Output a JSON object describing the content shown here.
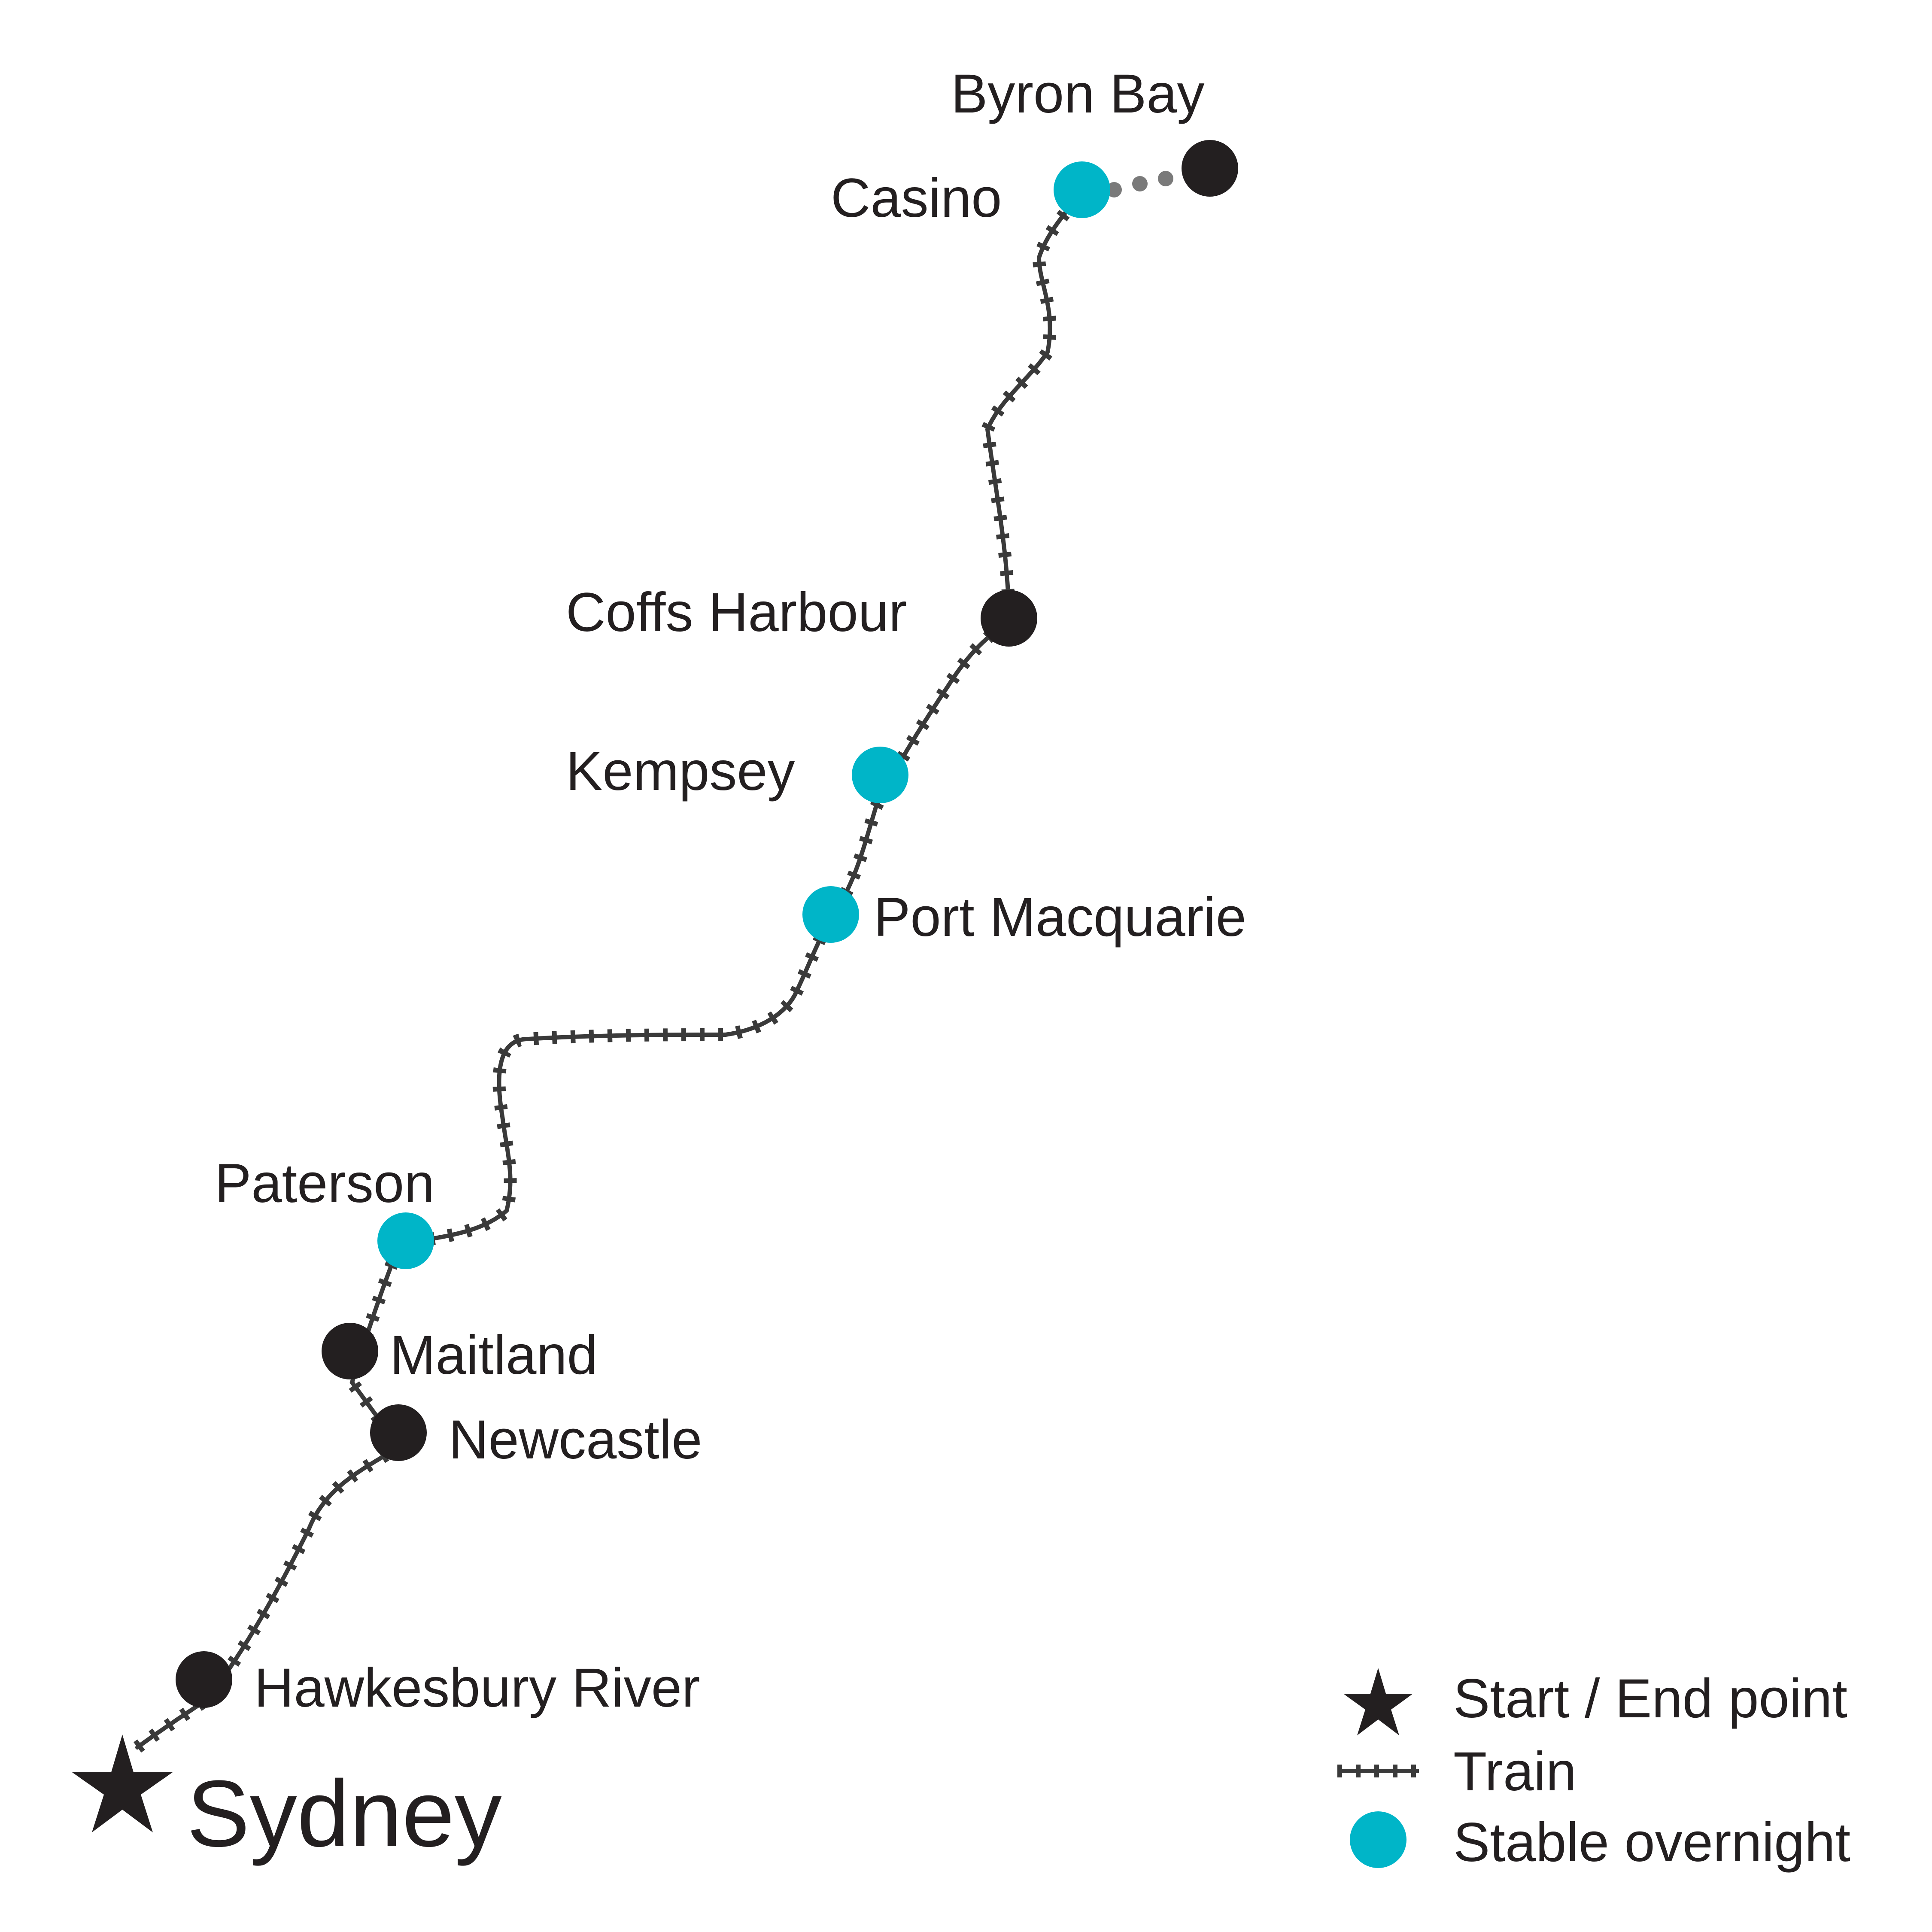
{
  "colors": {
    "ink": "#231f20",
    "stable_overnight": "#00b5c8",
    "dotted_connector": "#7a7a7a",
    "background": "#ffffff"
  },
  "origin": {
    "name": "Sydney",
    "icon": "star-icon"
  },
  "stations": [
    {
      "id": "hawkesbury-river",
      "name": "Hawkesbury River",
      "type": "stop"
    },
    {
      "id": "newcastle",
      "name": "Newcastle",
      "type": "stop"
    },
    {
      "id": "maitland",
      "name": "Maitland",
      "type": "stop"
    },
    {
      "id": "paterson",
      "name": "Paterson",
      "type": "stable_overnight"
    },
    {
      "id": "port-macquarie",
      "name": "Port Macquarie",
      "type": "stable_overnight"
    },
    {
      "id": "kempsey",
      "name": "Kempsey",
      "type": "stable_overnight"
    },
    {
      "id": "coffs-harbour",
      "name": "Coffs Harbour",
      "type": "stop"
    },
    {
      "id": "casino",
      "name": "Casino",
      "type": "stable_overnight"
    },
    {
      "id": "byron-bay",
      "name": "Byron Bay",
      "type": "stop"
    }
  ],
  "legend": {
    "start_end": {
      "label": "Start / End point",
      "icon": "star-icon"
    },
    "train": {
      "label": "Train",
      "icon": "rail-track-icon"
    },
    "stable_overnight": {
      "label": "Stable overnight",
      "icon": "teal-dot-icon"
    }
  }
}
